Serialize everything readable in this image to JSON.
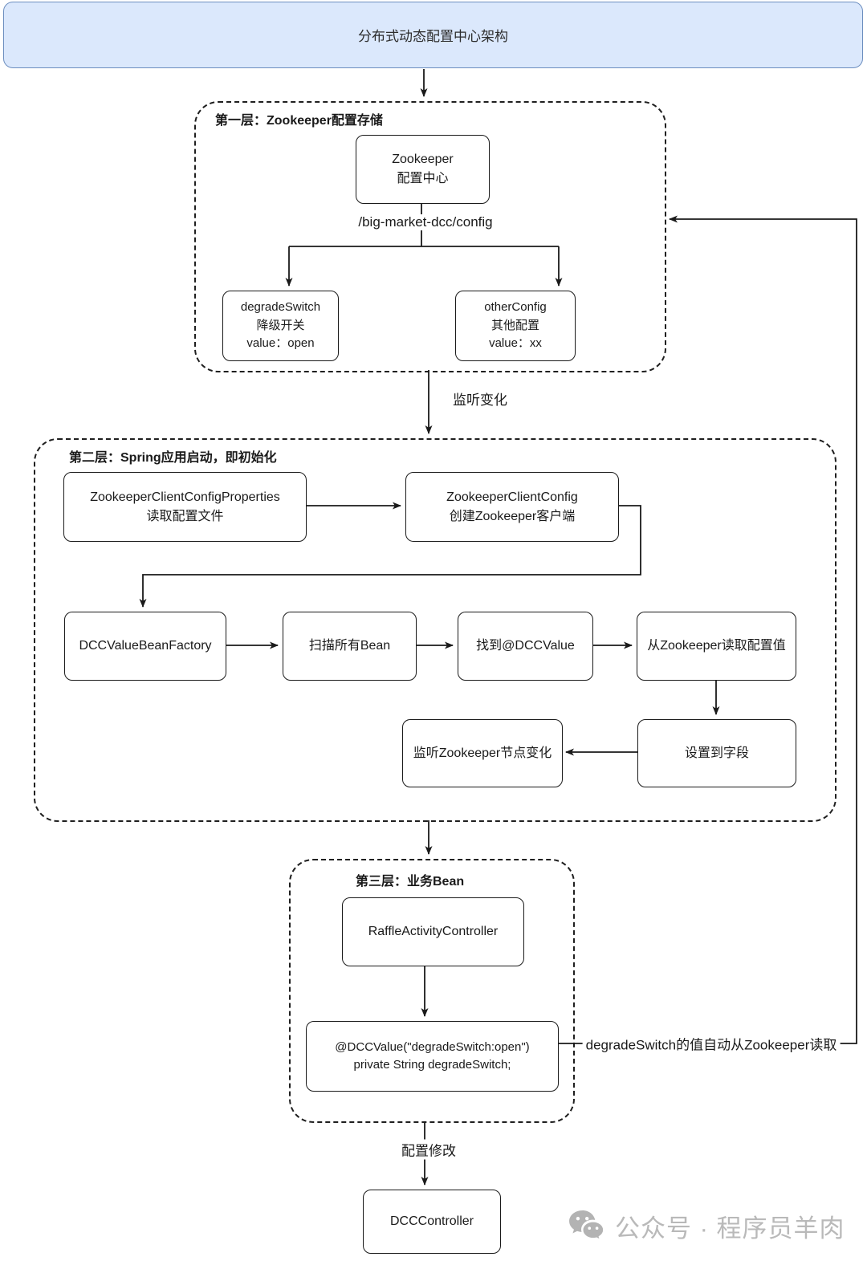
{
  "banner": {
    "title": "分布式动态配置中心架构"
  },
  "layer1": {
    "label": "第一层：Zookeeper配置存储",
    "nodes": {
      "zookeeper_center": {
        "line1": "Zookeeper",
        "line2": "配置中心"
      },
      "degrade_switch": {
        "line1": "degradeSwitch",
        "line2": "降级开关",
        "line3": "value：open"
      },
      "other_config": {
        "line1": "otherConfig",
        "line2": "其他配置",
        "line3": "value：xx"
      }
    }
  },
  "layer2": {
    "label": "第二层：Spring应用启动，即初始化",
    "nodes": {
      "zk_client_config_properties": {
        "line1": "ZookeeperClientConfigProperties",
        "line2": "读取配置文件"
      },
      "zk_client_config": {
        "line1": "ZookeeperClientConfig",
        "line2": "创建Zookeeper客户端"
      },
      "dcc_value_bean_factory": {
        "line1": "DCCValueBeanFactory"
      },
      "scan_beans": {
        "line1": "扫描所有Bean"
      },
      "find_dcc_value": {
        "line1": "找到@DCCValue"
      },
      "read_config_from_zk": {
        "line1": "从Zookeeper读取配置值"
      },
      "listen_zk_node": {
        "line1": "监听Zookeeper节点变化"
      },
      "set_to_field": {
        "line1": "设置到字段"
      }
    }
  },
  "layer3": {
    "label": "第三层：业务Bean",
    "nodes": {
      "raffle_activity_controller": {
        "line1": "RaffleActivityController"
      },
      "dcc_value_annotation": {
        "line1": "@DCCValue(\"degradeSwitch:open\")",
        "line2": "private String degradeSwitch;"
      }
    }
  },
  "bottom": {
    "dcc_controller": {
      "line1": "DCCController"
    }
  },
  "edge_labels": {
    "zk_path": "/big-market-dcc/config",
    "listen_change": "监听变化",
    "auto_read": "degradeSwitch的值自动从Zookeeper读取",
    "config_modify": "配置修改"
  },
  "watermark": {
    "icon": "wechat-icon",
    "text": "公众号 · 程序员羊肉"
  },
  "colors": {
    "banner_fill": "#dbe8fc",
    "banner_border": "#6c8ebf",
    "line": "#1a1a1a",
    "watermark": "#b9b9b9"
  }
}
